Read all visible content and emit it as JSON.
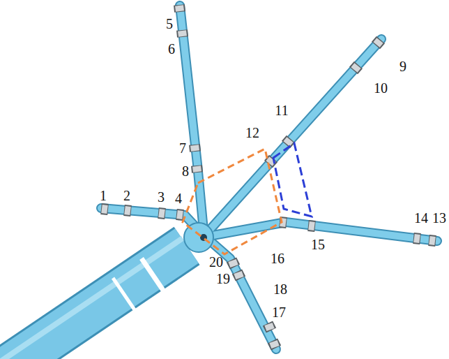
{
  "diagram": {
    "labels": [
      "5",
      "6",
      "9",
      "10",
      "11",
      "12",
      "7",
      "8",
      "1",
      "2",
      "3",
      "4",
      "14",
      "13",
      "16",
      "15",
      "20",
      "19",
      "18",
      "17"
    ]
  }
}
